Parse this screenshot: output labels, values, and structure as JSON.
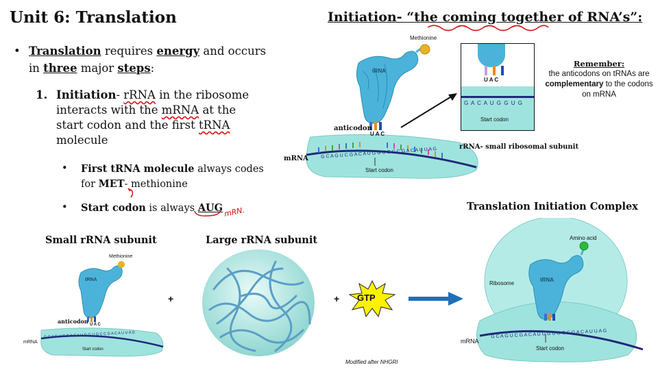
{
  "title": "Unit 6: Translation",
  "initiation_heading": {
    "prefix": "Initiation- ",
    "quote": "“the coming together of RNA’s”:"
  },
  "main_bullet": {
    "w1": "Translation",
    "w2": " requires ",
    "w3": "energy",
    "w4": " and occurs in ",
    "w5": "three",
    "w6": " major ",
    "w7": "steps",
    "w8": ":"
  },
  "step1": {
    "number": "1.",
    "label": "Initiation",
    "t1": "- ",
    "rrna": "rRNA",
    "t2": " in the ribosome interacts with the ",
    "mrna": "mRNA",
    "t3": " at the start codon and the first ",
    "trna": "tRNA",
    "t4": " molecule"
  },
  "sub_bullet_1": {
    "bold": "First tRNA molecule",
    "t1": " always codes for ",
    "met": "MET",
    "t2": "- methionine"
  },
  "sub_bullet_2": {
    "bold": "Start codon",
    "t1": " is always ",
    "aug": "AUG",
    "handwriting": "mRN."
  },
  "remember": {
    "title": "Remember:",
    "t1": "the anticodons on tRNAs are ",
    "bold": "complementary",
    "t2": " to the codons on mRNA"
  },
  "top_diagram": {
    "methionine": "Methionine",
    "trna": "tRNA",
    "anticodon": "anticodon",
    "uac": "U A C",
    "mrna": "mRNA",
    "rrna_label": "rRNA- small ribosomal subunit",
    "sequence": "G C A G U C G A C A U G G U G C C G A C A U U A G",
    "start_codon": "Start codon"
  },
  "zoom": {
    "uac": "U  A  C",
    "sequence": "G A C A U G G U G",
    "start_codon": "Start codon"
  },
  "bottom": {
    "small_subunit_title": "Small rRNA subunit",
    "large_subunit_title": "Large rRNA subunit",
    "complex_title": "Translation Initiation Complex",
    "plus": "+",
    "gtp": "GTP",
    "methionine": "Methionine",
    "trna": "tRNA",
    "anticodon": "anticodon",
    "uac": "U A C",
    "mrna": "mRNA",
    "start_codon": "Start codon",
    "amino_acid": "Amino acid",
    "ribosome": "Ribosome",
    "sequence": "G C A G U C G A C A U G G U G C C G A C A U U A G",
    "credit": "Modified after NHGRI"
  },
  "colors": {
    "ribosome_fill": "#9fe3de",
    "trna_blue": "#4bb3d9",
    "mrna_navy": "#1f2a78",
    "arrow_blue": "#1f6fb8",
    "gtp_yellow": "#fff200",
    "methionine_gold": "#e8b323",
    "amino_green": "#2dbb3a",
    "squiggle_red": "#d11111"
  }
}
